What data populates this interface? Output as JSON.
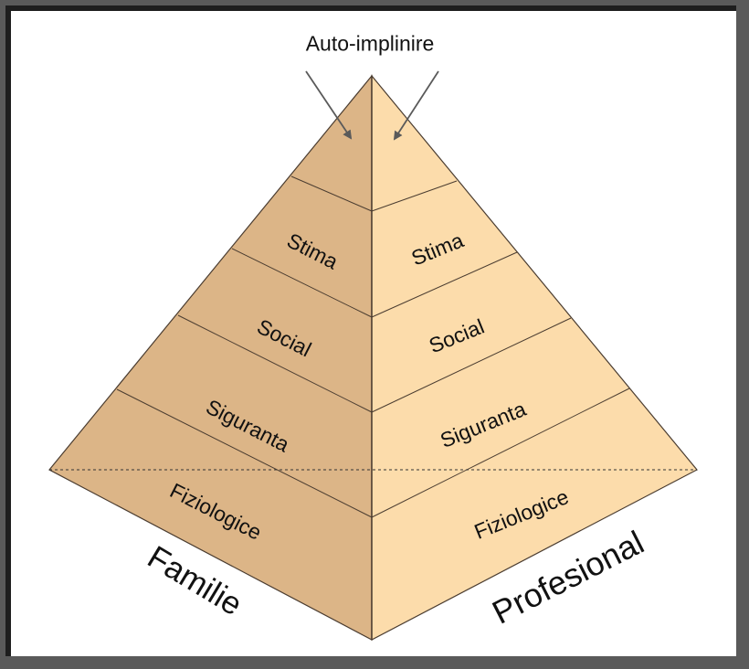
{
  "title": "Auto-implinire",
  "faces": {
    "left": {
      "name": "Familie",
      "levels": [
        "Stima",
        "Social",
        "Siguranta",
        "Fiziologice"
      ]
    },
    "right": {
      "name": "Profesional",
      "levels": [
        "Stima",
        "Social",
        "Siguranta",
        "Fiziologice"
      ]
    }
  },
  "colors": {
    "left_face": "#dcb587",
    "right_face": "#fcdcab",
    "lines": "#4a3c30",
    "arrows": "#5a5a5a"
  }
}
